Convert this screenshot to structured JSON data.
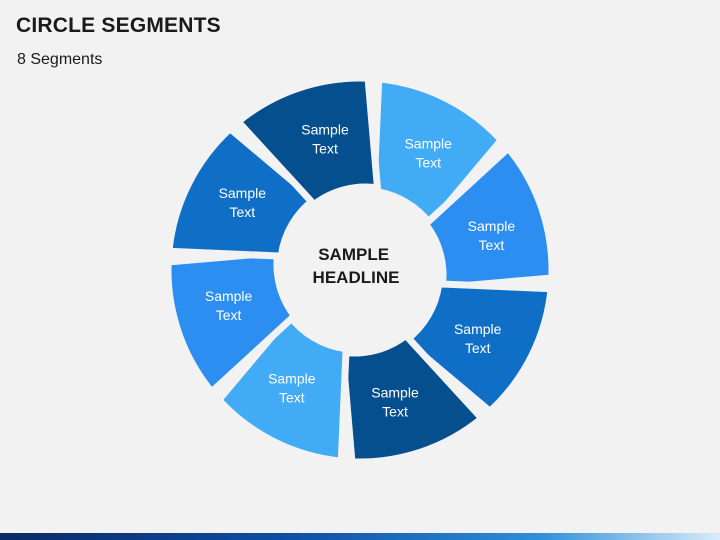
{
  "slide": {
    "title": "CIRCLE SEGMENTS",
    "subtitle": "8 Segments"
  },
  "diagram": {
    "headline_line1": "SAMPLE",
    "headline_line2": "HEADLINE",
    "segments": [
      {
        "line1": "Sample",
        "line2": "Text",
        "color": "#42abf5"
      },
      {
        "line1": "Sample",
        "line2": "Text",
        "color": "#2b8ef0"
      },
      {
        "line1": "Sample",
        "line2": "Text",
        "color": "#0f6fc6"
      },
      {
        "line1": "Sample",
        "line2": "Text",
        "color": "#054f8e"
      },
      {
        "line1": "Sample",
        "line2": "Text",
        "color": "#42abf5"
      },
      {
        "line1": "Sample",
        "line2": "Text",
        "color": "#2b8ef0"
      },
      {
        "line1": "Sample",
        "line2": "Text",
        "color": "#0f6fc6"
      },
      {
        "line1": "Sample",
        "line2": "Text",
        "color": "#054f8e"
      }
    ]
  }
}
